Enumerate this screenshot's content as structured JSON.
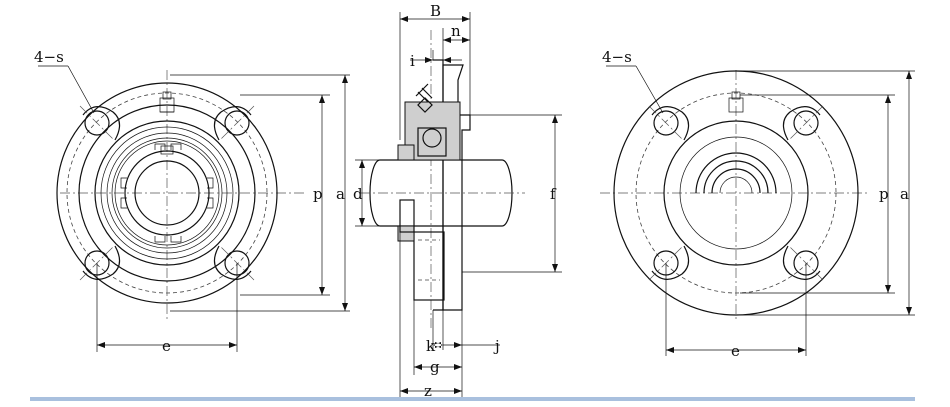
{
  "labels": {
    "left_holes": "4−s",
    "left_p": "p",
    "left_a": "a",
    "left_e": "e",
    "mid_B": "B",
    "mid_n": "n",
    "mid_i": "i",
    "mid_d": "d",
    "mid_f": "f",
    "mid_k": "k",
    "mid_j": "j",
    "mid_g": "g",
    "mid_z": "z",
    "right_holes": "4−s",
    "right_p": "p",
    "right_a": "a",
    "right_e": "e"
  },
  "colors": {
    "line": "#111111",
    "rule": "#a9c0de"
  }
}
